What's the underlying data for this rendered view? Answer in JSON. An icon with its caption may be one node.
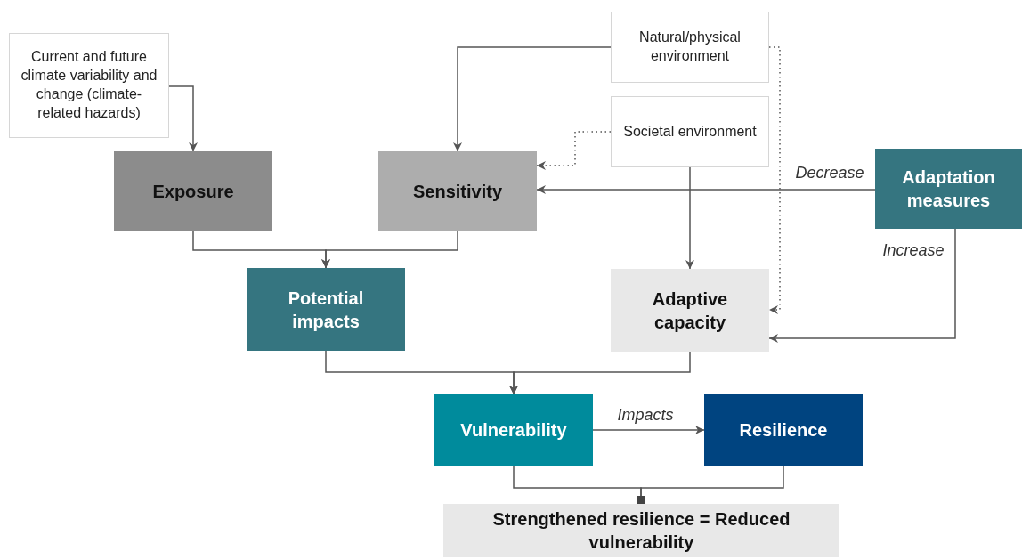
{
  "diagram": {
    "nodes": [
      {
        "text": [
          "Current and future climate variability and change (climate-related hazards)"
        ]
      },
      {
        "text": [
          "Natural/physical environment"
        ]
      },
      {
        "text": [
          "Societal environment"
        ]
      },
      {
        "text": [
          "Exposure"
        ]
      },
      {
        "text": [
          "Sensitivity"
        ]
      },
      {
        "text": [
          "Adaptation measures"
        ]
      },
      {
        "text": [
          "Potential impacts"
        ]
      },
      {
        "text": [
          "Adaptive capacity"
        ]
      },
      {
        "text": [
          "Vulnerability"
        ]
      },
      {
        "text": [
          "Resilience"
        ]
      },
      {
        "text": [
          "Strengthened resilience = Reduced vulnerability"
        ]
      }
    ],
    "edges": [
      {
        "from": 0,
        "to": 3,
        "arrow": "to"
      },
      {
        "from": 1,
        "to": 4,
        "arrow": "to"
      },
      {
        "from": 2,
        "to": 4,
        "arrow": "to",
        "style": "dashed"
      },
      {
        "from": 1,
        "to": 7,
        "arrow": "to",
        "style": "dashed"
      },
      {
        "from": 5,
        "to": 4,
        "arrow": "to",
        "label": "Decrease"
      },
      {
        "from": 5,
        "to": 7,
        "arrow": "to",
        "label": "Increase"
      },
      {
        "from": 2,
        "to": 7,
        "arrow": "to"
      },
      {
        "from": 3,
        "to": 6,
        "arrow": "to"
      },
      {
        "from": 4,
        "to": 6,
        "arrow": "to"
      },
      {
        "from": 6,
        "to": 8,
        "arrow": "to"
      },
      {
        "from": 7,
        "to": 8,
        "arrow": "to"
      },
      {
        "from": 8,
        "to": 9,
        "arrow": "to",
        "label": "Impacts"
      },
      {
        "from": 8,
        "to": 10,
        "arrow": "other"
      },
      {
        "from": 9,
        "to": 10,
        "arrow": "other"
      }
    ]
  }
}
